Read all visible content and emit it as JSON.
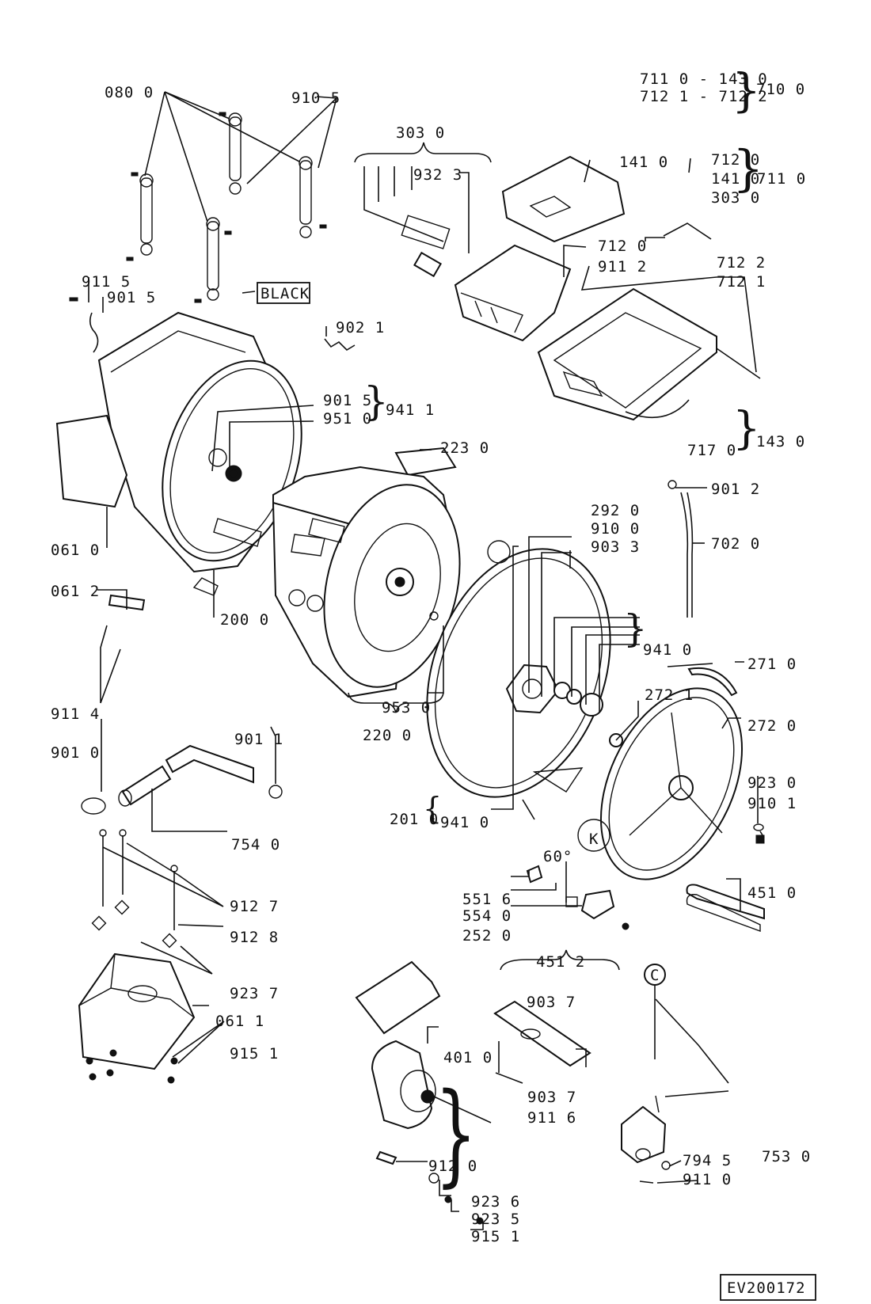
{
  "drawing_code": "EV200172",
  "badges": {
    "black": "BLACK",
    "k": "K",
    "c": "C",
    "angle": "60°"
  },
  "groups": {
    "g7100": {
      "lines": [
        "711 0 - 143 0",
        "712 1 - 712 2"
      ],
      "code": "710 0"
    },
    "g7110": {
      "lines": [
        "712 0",
        "141 0",
        "303 0"
      ],
      "code": "711 0"
    },
    "g9411": {
      "lines": [
        "901 5",
        "951 0"
      ],
      "code": "941 1"
    },
    "g1430": {
      "lines": [
        "717 0"
      ],
      "code": "143 0"
    },
    "g9410": {
      "code": "941 0"
    },
    "g2010": {
      "code": "201 0",
      "sub": "941 0"
    },
    "g7530": {
      "code": "753 0"
    }
  },
  "labels": {
    "l0800": "080 0",
    "l9105": "910 5",
    "l3030": "303 0",
    "l9323": "932 3",
    "l1410": "141 0",
    "l7120": "712 0",
    "l9112": "911 2",
    "l7122": "712 2",
    "l7121": "712 1",
    "l9115": "911 5",
    "l9015a": "901 5",
    "l9021": "902 1",
    "l2230": "223 0",
    "l0610": "061 0",
    "l2000": "200 0",
    "l9012": "901 2",
    "l2920": "292 0",
    "l9100": "910 0",
    "l9033": "903 3",
    "l7020": "702 0",
    "l0612": "061 2",
    "l2710": "271 0",
    "l2721": "272 1",
    "l9114": "911 4",
    "l9530": "953 0",
    "l2200": "220 0",
    "l2720": "272 0",
    "l9010": "901 0",
    "l9011": "901 1",
    "l9230": "923 0",
    "l9101": "910 1",
    "l7540": "754 0",
    "l5516": "551 6",
    "l5540": "554 0",
    "l2520": "252 0",
    "l4510": "451 0",
    "l9127": "912 7",
    "l9128": "912 8",
    "l9237": "923 7",
    "l0611": "061 1",
    "l4512": "451 2",
    "l9037a": "903 7",
    "l9151a": "915 1",
    "l4010": "401 0",
    "l9037b": "903 7",
    "l9116": "911 6",
    "l7945": "794 5",
    "l9120": "912 0",
    "l9110": "911 0",
    "l9236": "923 6",
    "l9235": "923 5",
    "l9151b": "915 1"
  }
}
